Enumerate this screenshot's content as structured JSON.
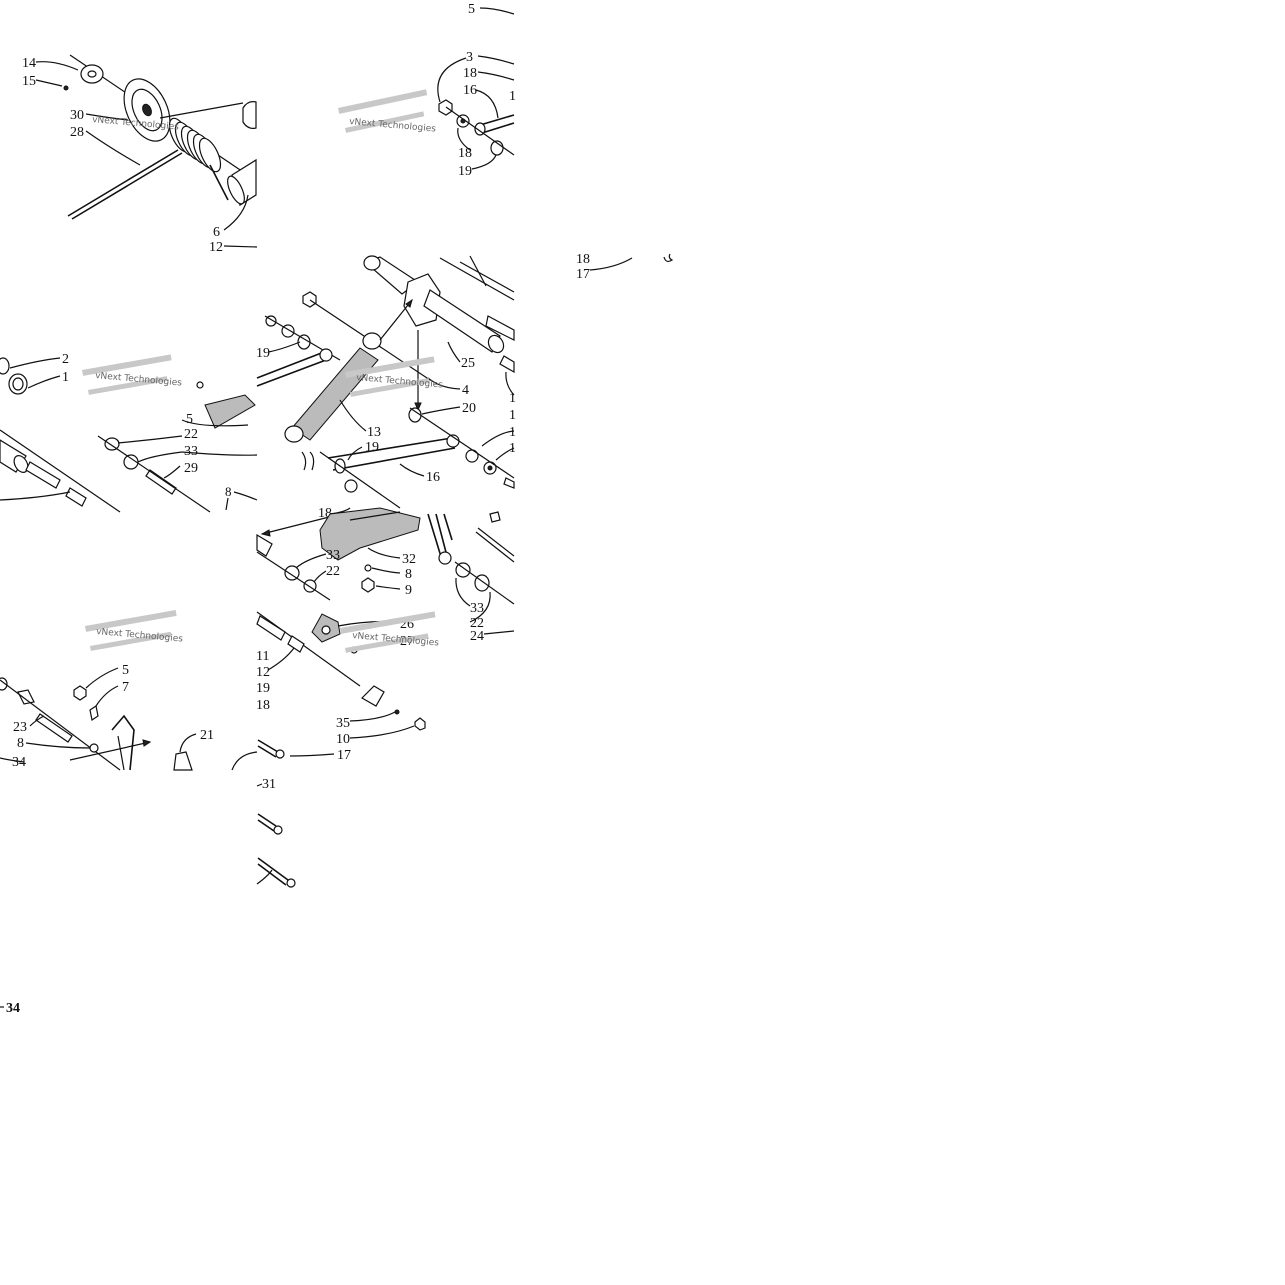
{
  "diagram": {
    "watermark": "vNext Technologies",
    "callouts": {
      "t1_14": "14",
      "t1_15": "15",
      "t1_30": "30",
      "t1_28": "28",
      "t1_6": "6",
      "t1_12": "12",
      "t2_5": "5",
      "t2_3": "3",
      "t2_18a": "18",
      "t2_16": "16",
      "t2_1": "1",
      "t2_18b": "18",
      "t2_19": "19",
      "t3_18": "18",
      "t3_17": "17",
      "t4_2": "2",
      "t4_1": "1",
      "t5_5": "5",
      "t5_22": "22",
      "t5_33": "33",
      "t5_29": "29",
      "t5_8": "8",
      "t6_19": "19",
      "t6_25": "25",
      "t6_4": "4",
      "t6_20": "20",
      "t6_13": "13",
      "t6_19b": "19",
      "t6_16": "16",
      "t6_1a": "1",
      "t6_1b": "1",
      "t6_1c": "1",
      "t6_1d": "1",
      "t7_18": "18",
      "t7_33": "33",
      "t7_22": "22",
      "t7_32": "32",
      "t7_8": "8",
      "t7_9": "9",
      "t7_33b": "33",
      "t7_22b": "22",
      "t7_24": "24",
      "t7_26": "26",
      "t7_27": "27",
      "t7_11": "11",
      "t7_12": "12",
      "t7_19": "19",
      "t7_18b": "18",
      "t7_35": "35",
      "t7_10": "10",
      "t7_17": "17",
      "t8_5": "5",
      "t8_7": "7",
      "t8_23": "23",
      "t8_8": "8",
      "t8_21": "21",
      "t8_34": "34",
      "t9_31": "31",
      "t10_34": "34"
    }
  }
}
